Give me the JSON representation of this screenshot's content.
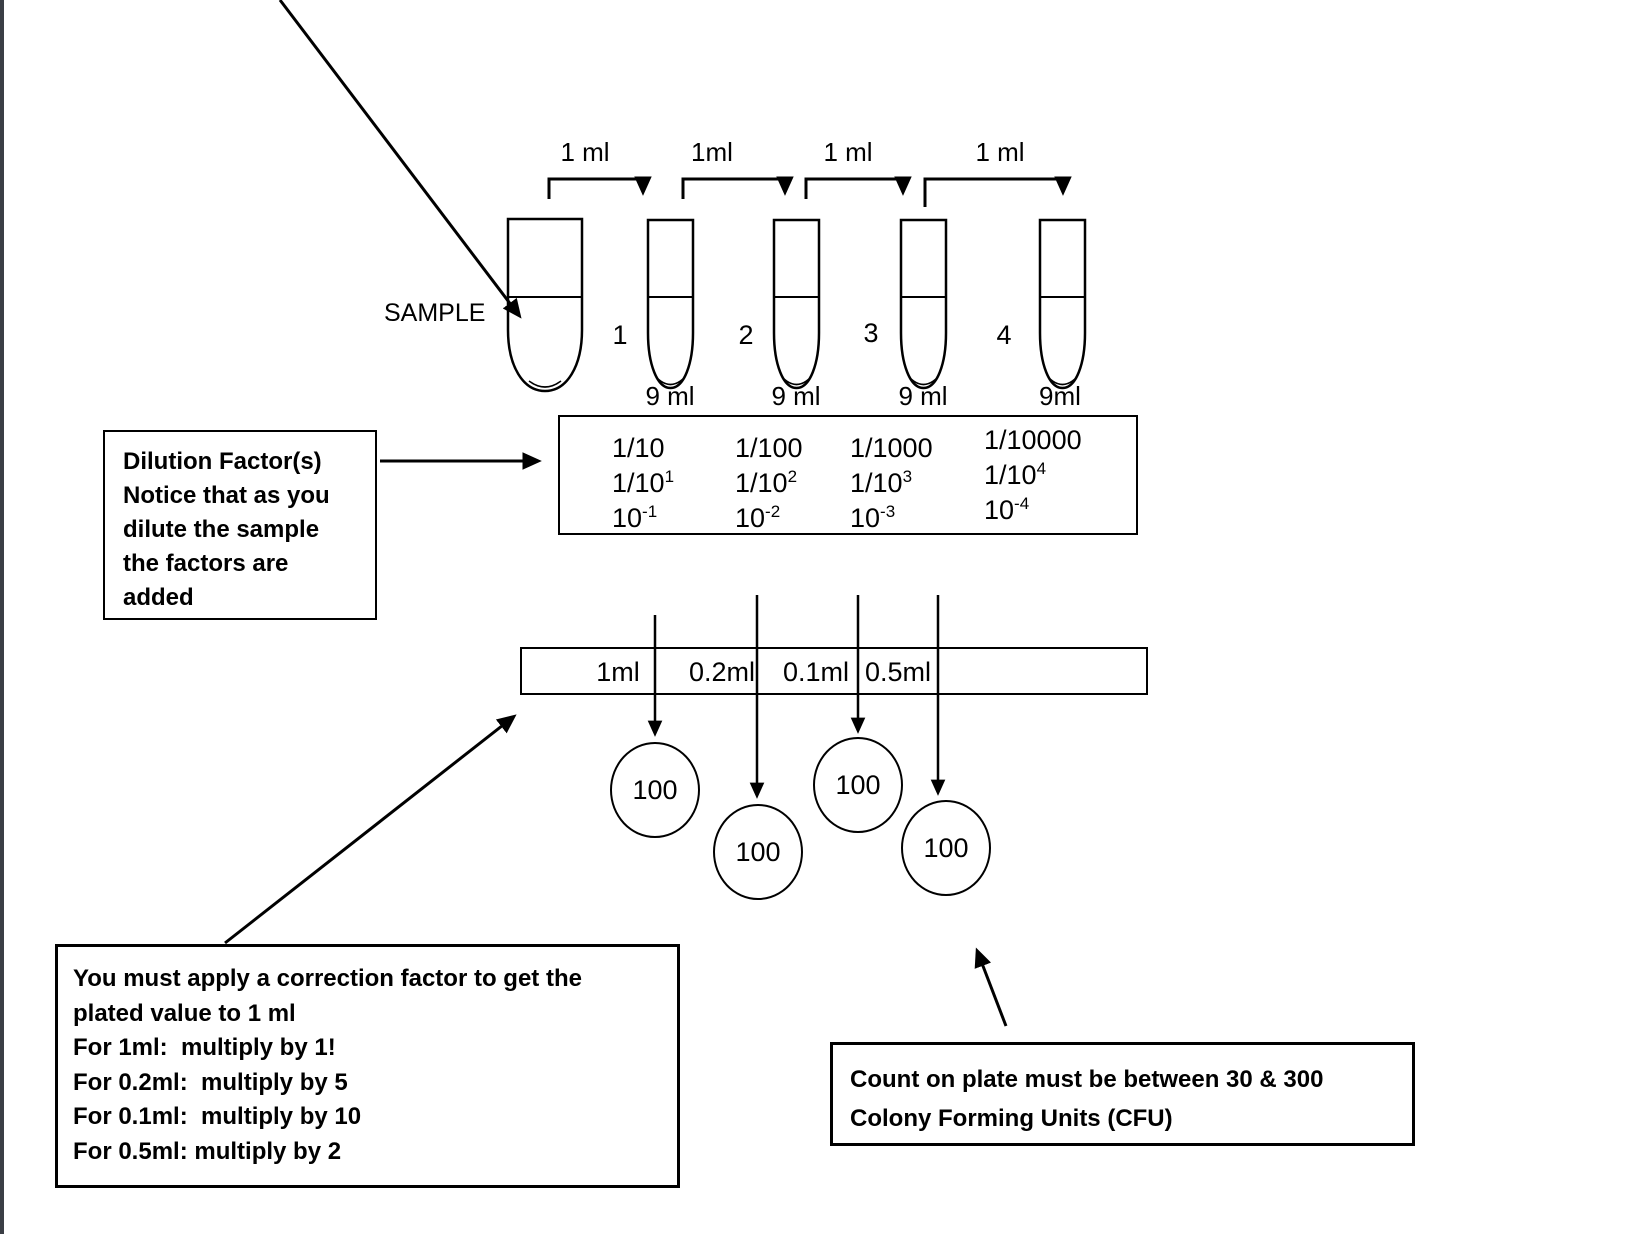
{
  "page": {
    "background": "#ffffff",
    "line_color": "#000000",
    "page_edge_color": "#3a3e45"
  },
  "sample": {
    "label": "SAMPLE"
  },
  "transfers": [
    {
      "label": "1 ml"
    },
    {
      "label": "1ml"
    },
    {
      "label": "1 ml"
    },
    {
      "label": "1 ml"
    }
  ],
  "tubes": [
    {
      "number": "1",
      "volume": "9 ml"
    },
    {
      "number": "2",
      "volume": "9 ml"
    },
    {
      "number": "3",
      "volume": "9 ml"
    },
    {
      "number": "4",
      "volume": "9ml"
    }
  ],
  "dilution_note": {
    "text": "Dilution Factor(s)\nNotice that as you\ndilute the sample\nthe factors are\nadded"
  },
  "dilution_table": {
    "columns": [
      {
        "fraction": "1/10",
        "power_base": "1/10",
        "power_exp": "1",
        "sci_base": "10",
        "sci_exp": "-1"
      },
      {
        "fraction": "1/100",
        "power_base": "1/10",
        "power_exp": "2",
        "sci_base": "10",
        "sci_exp": "-2"
      },
      {
        "fraction": "1/1000",
        "power_base": "1/10",
        "power_exp": "3",
        "sci_base": "10",
        "sci_exp": "-3"
      },
      {
        "fraction": "1/10000",
        "power_base": "1/10",
        "power_exp": "4",
        "sci_base": "10",
        "sci_exp": "-4"
      }
    ]
  },
  "plating": {
    "volumes": [
      {
        "label": "1ml"
      },
      {
        "label": "0.2ml"
      },
      {
        "label": "0.1ml"
      },
      {
        "label": "0.5ml"
      }
    ]
  },
  "plates": [
    {
      "count": "100"
    },
    {
      "count": "100"
    },
    {
      "count": "100"
    },
    {
      "count": "100"
    }
  ],
  "correction_note": {
    "text": "You must apply a correction factor to get the\nplated value to 1 ml\nFor 1ml:  multiply by 1!\nFor 0.2ml:  multiply by 5\nFor 0.1ml:  multiply by 10\nFor 0.5ml: multiply by 2"
  },
  "cfu_note": {
    "text": "Count on plate must be between 30 & 300\nColony Forming Units (CFU)"
  }
}
